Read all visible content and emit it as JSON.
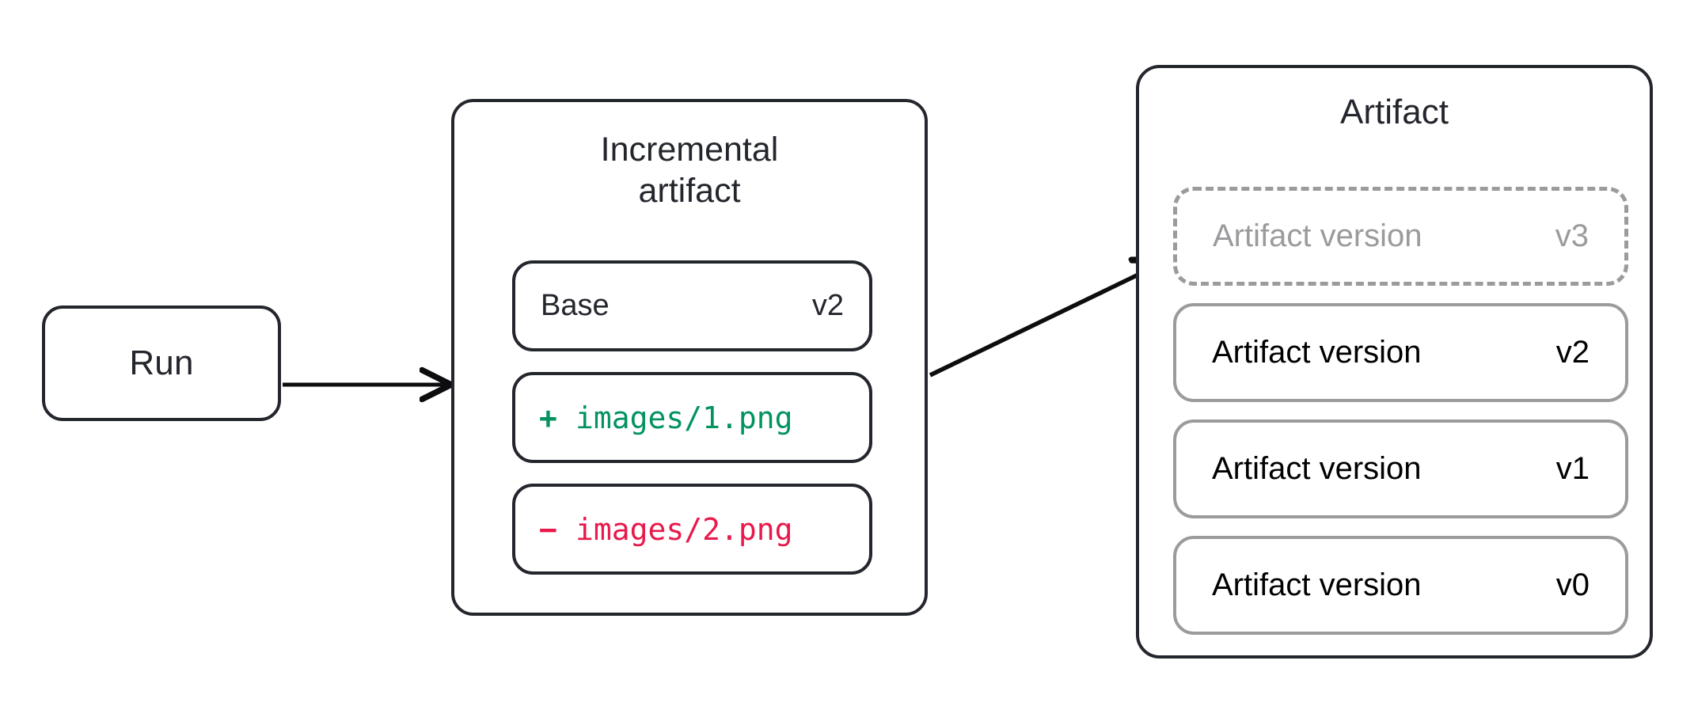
{
  "diagram": {
    "title": "Incremental artifact to artifact versions",
    "background_color": "#ffffff",
    "stroke_color": "#24262d",
    "muted_stroke_color": "#9b9b9e",
    "added_color": "#03935f",
    "removed_color": "#e8194b"
  },
  "run": {
    "label": "Run"
  },
  "incremental": {
    "title": "Incremental\nartifact",
    "rows": [
      {
        "label": "Base",
        "value": "v2"
      }
    ],
    "files": [
      {
        "sign": "+",
        "path": "images/1.png",
        "state": "added"
      },
      {
        "sign": "−",
        "path": "images/2.png",
        "state": "removed"
      }
    ]
  },
  "artifact": {
    "title": "Artifact",
    "versions": [
      {
        "label": "Artifact version",
        "value": "v3",
        "state": "pending"
      },
      {
        "label": "Artifact version",
        "value": "v2",
        "state": "existing"
      },
      {
        "label": "Artifact version",
        "value": "v1",
        "state": "existing"
      },
      {
        "label": "Artifact version",
        "value": "v0",
        "state": "existing"
      }
    ]
  },
  "arrows": [
    {
      "name": "run-to-incremental",
      "from": "Run",
      "to": "Incremental artifact"
    },
    {
      "name": "incremental-to-artifact-version",
      "from": "Incremental artifact",
      "to": "Artifact version v3"
    }
  ]
}
